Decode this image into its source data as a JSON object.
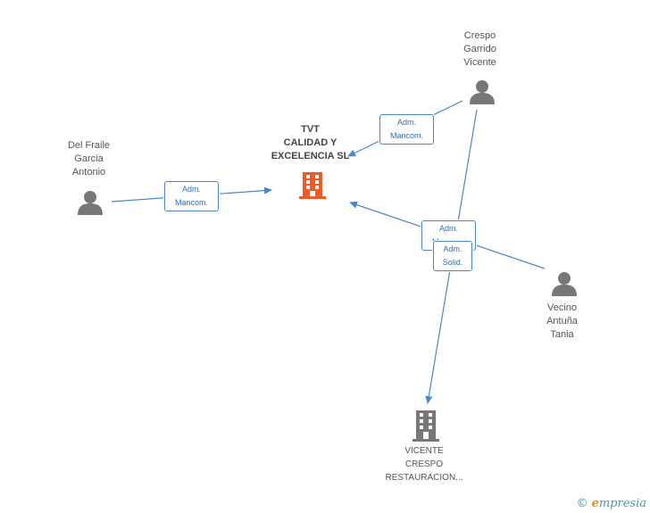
{
  "nodes": {
    "main_company": {
      "lines": [
        "TVT",
        "CALIDAD Y",
        "EXCELENCIA SL"
      ],
      "icon": "building-icon",
      "color": "#f05a28"
    },
    "crespo": {
      "lines": [
        "Crespo",
        "Garrido",
        "Vicente"
      ],
      "icon": "person-icon"
    },
    "del_fraile": {
      "lines": [
        "Del Fraile",
        "Garcia",
        "Antonio"
      ],
      "icon": "person-icon"
    },
    "vecino": {
      "lines": [
        "Vecino",
        "Antuña",
        "Tania"
      ],
      "icon": "person-icon"
    },
    "vicente_crespo": {
      "lines": [
        "VICENTE",
        "CRESPO",
        "RESTAURACION..."
      ],
      "icon": "building-icon",
      "color": "#777777"
    }
  },
  "edges": [
    {
      "id": "crespo_to_tvt",
      "lines": [
        "Adm.",
        "Mancom."
      ]
    },
    {
      "id": "fraile_to_tvt",
      "lines": [
        "Adm.",
        "Mancom."
      ]
    },
    {
      "id": "vecino_to_tvt",
      "lines": [
        "Adm.",
        "Mancom."
      ]
    },
    {
      "id": "crespo_to_restauracion",
      "lines": [
        "Adm.",
        "Solid."
      ]
    }
  ],
  "footer": {
    "copyright": "©",
    "brand_e": "e",
    "brand_rest": "mpresia"
  },
  "colors": {
    "edge": "#4a86c5",
    "person": "#777777"
  }
}
